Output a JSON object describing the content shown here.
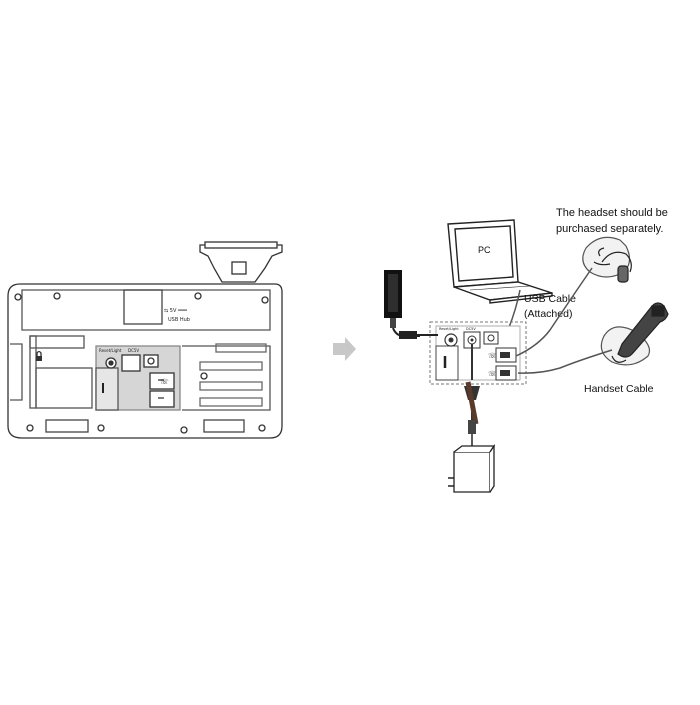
{
  "callouts": {
    "headset_note_line1": "The headset should be",
    "headset_note_line2": "purchased separately.",
    "pc": "PC",
    "usb_cable_line1": "USB Cable",
    "usb_cable_line2": "(Attached)",
    "handset_cable": "Handset Cable"
  },
  "port_labels": {
    "usb_hub_symbol": "⇆ 5V ═══",
    "usb_hub": "USB Hub",
    "dc_in_left": "DC5V",
    "dc_in_right": "DC5V",
    "reset_left": "Reset/Light",
    "reset_right": "Reset/Light"
  },
  "icons": [
    "arrow-right-icon",
    "pc-laptop-icon",
    "usb-dongle-icon",
    "headset-icon",
    "handset-icon",
    "power-adapter-icon",
    "phone-jack-icon",
    "lock-slot-icon"
  ]
}
